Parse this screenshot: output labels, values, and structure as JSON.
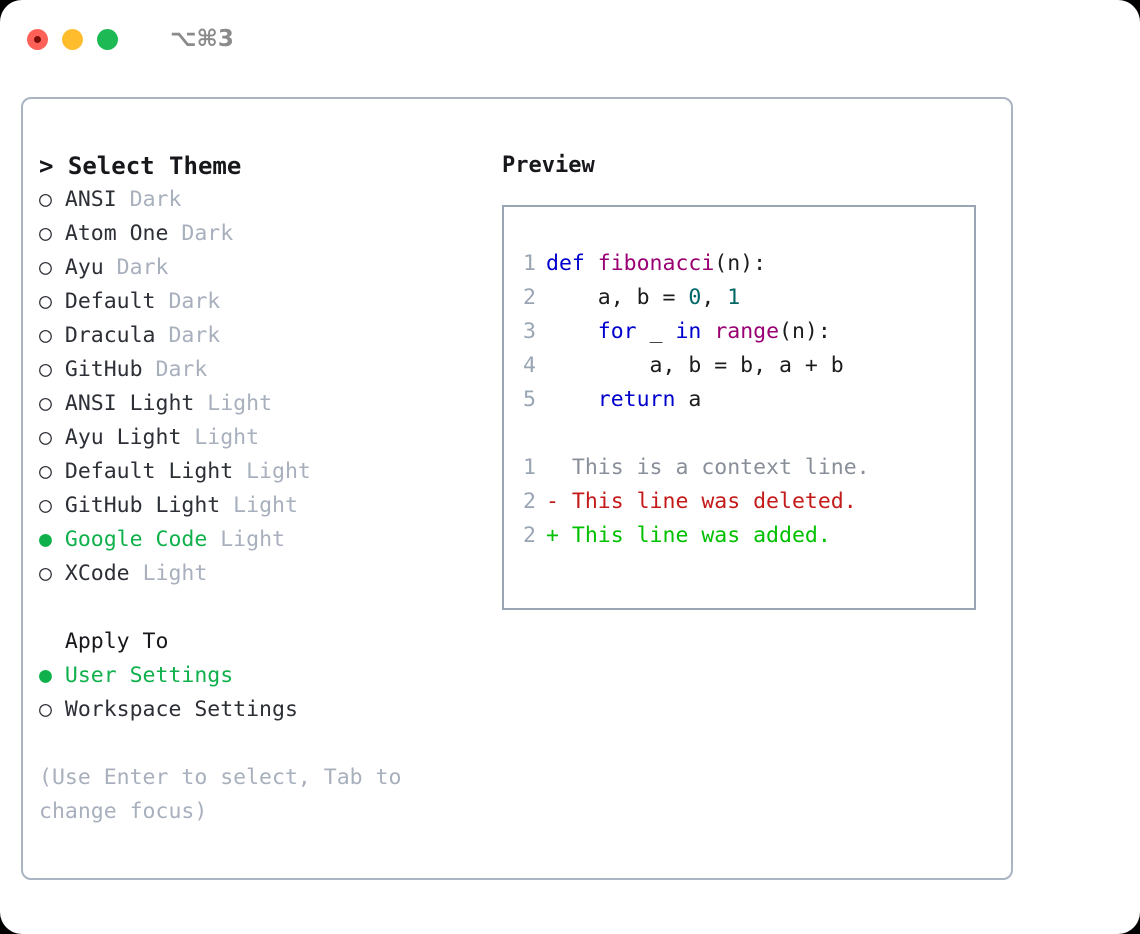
{
  "window": {
    "titlebar": {
      "shortcut": "⌥⌘3",
      "buttons": [
        {
          "name": "close",
          "color": "#ff6159"
        },
        {
          "name": "minimize",
          "color": "#ffbd2e"
        },
        {
          "name": "zoom",
          "color": "#1db954"
        }
      ]
    }
  },
  "theme_list": {
    "header": "> Select Theme",
    "selected_marker": "●",
    "unselected_marker": "○",
    "items": [
      {
        "marker": "○",
        "name": "ANSI",
        "badge": "Dark",
        "selected": false
      },
      {
        "marker": "○",
        "name": "Atom One",
        "badge": "Dark",
        "selected": false
      },
      {
        "marker": "○",
        "name": "Ayu",
        "badge": "Dark",
        "selected": false
      },
      {
        "marker": "○",
        "name": "Default",
        "badge": "Dark",
        "selected": false
      },
      {
        "marker": "○",
        "name": "Dracula",
        "badge": "Dark",
        "selected": false
      },
      {
        "marker": "○",
        "name": "GitHub",
        "badge": "Dark",
        "selected": false
      },
      {
        "marker": "○",
        "name": "ANSI Light",
        "badge": "Light",
        "selected": false
      },
      {
        "marker": "○",
        "name": "Ayu Light",
        "badge": "Light",
        "selected": false
      },
      {
        "marker": "○",
        "name": "Default Light",
        "badge": "Light",
        "selected": false
      },
      {
        "marker": "○",
        "name": "GitHub Light",
        "badge": "Light",
        "selected": false
      },
      {
        "marker": "●",
        "name": "Google Code",
        "badge": "Light",
        "selected": true
      },
      {
        "marker": "○",
        "name": "XCode",
        "badge": "Light",
        "selected": false
      }
    ]
  },
  "apply_to": {
    "header": "  Apply To",
    "items": [
      {
        "marker": "●",
        "name": "User Settings",
        "selected": true
      },
      {
        "marker": "○",
        "name": "Workspace Settings",
        "selected": false
      }
    ]
  },
  "hint": "(Use Enter to select, Tab to change focus)",
  "preview": {
    "title": "Preview",
    "code_lines": [
      {
        "ln": "1",
        "tokens": [
          {
            "t": "def ",
            "c": "kw"
          },
          {
            "t": "fibonacci",
            "c": "fn"
          },
          {
            "t": "(n):",
            "c": "pl"
          }
        ]
      },
      {
        "ln": "2",
        "tokens": [
          {
            "t": "    a, b = ",
            "c": "pl"
          },
          {
            "t": "0",
            "c": "num"
          },
          {
            "t": ", ",
            "c": "pl"
          },
          {
            "t": "1",
            "c": "num"
          }
        ]
      },
      {
        "ln": "3",
        "tokens": [
          {
            "t": "    ",
            "c": "pl"
          },
          {
            "t": "for",
            "c": "kw"
          },
          {
            "t": " _ ",
            "c": "pl"
          },
          {
            "t": "in",
            "c": "kw"
          },
          {
            "t": " ",
            "c": "pl"
          },
          {
            "t": "range",
            "c": "fn"
          },
          {
            "t": "(n):",
            "c": "pl"
          }
        ]
      },
      {
        "ln": "4",
        "tokens": [
          {
            "t": "        a, b = b, a + b",
            "c": "pl"
          }
        ]
      },
      {
        "ln": "5",
        "tokens": [
          {
            "t": "    ",
            "c": "pl"
          },
          {
            "t": "return",
            "c": "kw"
          },
          {
            "t": " a",
            "c": "pl"
          }
        ]
      }
    ],
    "diff_lines": [
      {
        "ln": "1",
        "sign": "  ",
        "text": "This is a context line.",
        "kind": "d-ctx"
      },
      {
        "ln": "2",
        "sign": "- ",
        "text": "This line was deleted.",
        "kind": "d-del"
      },
      {
        "ln": "2",
        "sign": "+ ",
        "text": "This line was added.",
        "kind": "d-add"
      }
    ]
  },
  "colors": {
    "accent_green": "#10b14c",
    "badge_grey": "#a8b0bd",
    "border": "#aab4c2",
    "keyword": "#0000cc",
    "function": "#990073",
    "number": "#006666",
    "diff_added": "#00c000",
    "diff_deleted": "#c41a1a",
    "diff_context": "#888f99"
  }
}
